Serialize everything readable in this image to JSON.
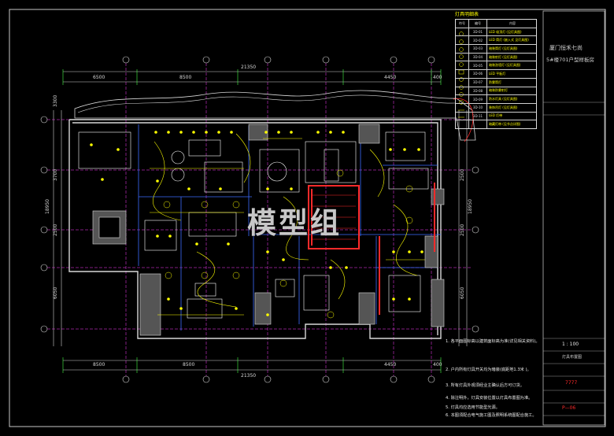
{
  "legend": {
    "title": "灯具明细表",
    "headers": [
      "符号",
      "编号",
      "内容"
    ],
    "rows": [
      {
        "code": "3D-01",
        "desc": "LED 吸顶灯 (见灯具图)"
      },
      {
        "code": "3D-02",
        "desc": "LED 筒灯 (嵌入式 见灯具图)"
      },
      {
        "code": "3D-03",
        "desc": "暗装筒灯 (见灯具图)"
      },
      {
        "code": "3D-04",
        "desc": "暗装射灯 (见灯具图)"
      },
      {
        "code": "3D-05",
        "desc": "暗装洗墙灯 (见灯具图)"
      },
      {
        "code": "3D-06",
        "desc": "LED 平板灯"
      },
      {
        "code": "3D-07",
        "desc": "防雾筒灯"
      },
      {
        "code": "3D-08",
        "desc": "暗装防雾射灯"
      },
      {
        "code": "3D-09",
        "desc": "防水灯具 (见灯具图)"
      },
      {
        "code": "3D-10",
        "desc": "装饰吊灯 (见灯具图)"
      },
      {
        "code": "3D-11",
        "desc": "LED 灯带"
      },
      {
        "code": "",
        "desc": "暗藏灯带 (见节点详图)"
      }
    ]
  },
  "title_block": {
    "project": "厦门恒禾七尚",
    "subtitle": "5#楼701户型样板房",
    "scale": "1 : 100",
    "drawing_name": "灯具布置图",
    "number": "P—06",
    "red_code": "7777"
  },
  "dimensions": {
    "top_total": "21350",
    "top_segments": [
      "6500",
      "8500",
      "4450",
      "400"
    ],
    "bottom_total": "21350",
    "bottom_segments": [
      "8500",
      "8500",
      "4450",
      "400"
    ],
    "left_segments": [
      "3300",
      "3700",
      "2500",
      "6050"
    ],
    "right_segments": [
      "2500",
      "2500",
      "6050"
    ],
    "left_total": "18950",
    "right_total": "18950"
  },
  "notes": [
    "1. 各平面图标高以建筑面标高为准(详见相关资料)。",
    "2. 户内所有灯具开关均为暗装(底距地1.3米 )。",
    "3. 所有灯具外观须经业主确认后方可订货。",
    "4. 除注明外，灯具安装位置以灯具布置图为准。",
    "5. 灯具均应选用节能型光源。",
    "6. 本图须配合电气施工图及照明系统图配合施工。"
  ],
  "watermark": "模型组",
  "colors": {
    "background": "#000000",
    "walls": "#d8d8d8",
    "fixtures": "#ffff00",
    "furniture": "#ffffff",
    "accent_red": "#ff2a2a",
    "wall_blue": "#3c6cff",
    "grid_magenta": "#ff3cff",
    "dim_green": "#47ff47"
  }
}
